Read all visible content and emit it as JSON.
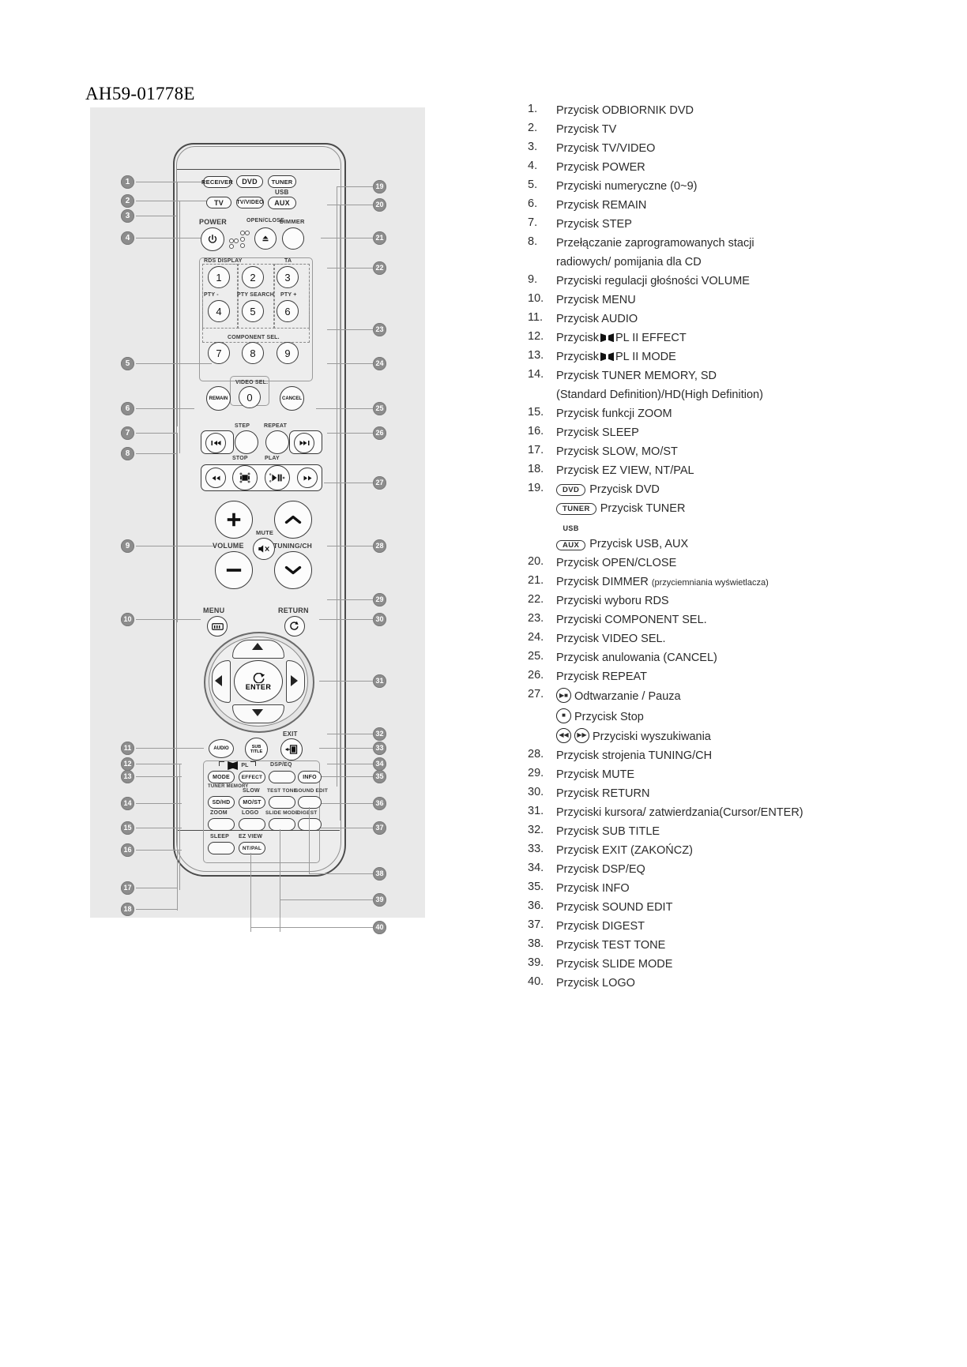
{
  "document": {
    "code": "AH59-01778E"
  },
  "remote": {
    "source_buttons": {
      "receiver": "RECEIVER",
      "dvd": "DVD",
      "tuner": "TUNER",
      "usb": "USB",
      "aux": "AUX",
      "tv": "TV",
      "video": "TV/VIDEO"
    },
    "labels": {
      "power": "POWER",
      "open_close": "OPEN/CLOSE",
      "dimmer": "DIMMER",
      "rds_display": "RDS DISPLAY",
      "ta": "TA",
      "pty_minus": "PTY -",
      "pty_search": "PTY SEARCH",
      "pty_plus": "PTY +",
      "component_sel": "COMPONENT SEL.",
      "video_sel": "VIDEO SEL.",
      "remain": "REMAIN",
      "cancel": "CANCEL",
      "step": "STEP",
      "repeat": "REPEAT",
      "stop": "STOP",
      "play": "PLAY",
      "volume": "VOLUME",
      "mute": "MUTE",
      "tuning_ch": "TUNING/CH",
      "menu": "MENU",
      "return": "RETURN",
      "enter": "ENTER",
      "audio": "AUDIO",
      "sub_title": "SUB TITLE",
      "exit": "EXIT",
      "dolby_pl": "PL",
      "mode": "MODE",
      "effect": "EFFECT",
      "dsp_eq": "DSP/EQ",
      "info": "INFO",
      "tuner_memory": "TUNER MEMORY",
      "slow": "SLOW",
      "test_tone": "TEST TONE",
      "sound_edit": "SOUND EDIT",
      "sd_hd": "SD/HD",
      "mo_st": "MO/ST",
      "zoom": "ZOOM",
      "logo": "LOGO",
      "slide_mode": "SLIDE MODE",
      "digest": "DIGEST",
      "sleep": "SLEEP",
      "ez_view": "EZ VIEW",
      "nt_pal": "NT/PAL"
    },
    "numeric_keys": [
      "1",
      "2",
      "3",
      "4",
      "5",
      "6",
      "7",
      "8",
      "9",
      "0"
    ],
    "callouts_left": [
      "1",
      "2",
      "3",
      "4",
      "5",
      "6",
      "7",
      "8",
      "9",
      "10",
      "11",
      "12",
      "13",
      "14",
      "15",
      "16",
      "17",
      "18"
    ],
    "callouts_right": [
      "19",
      "20",
      "21",
      "22",
      "23",
      "24",
      "25",
      "26",
      "27",
      "28",
      "29",
      "30",
      "31",
      "32",
      "33",
      "34",
      "35",
      "36",
      "37",
      "38",
      "39",
      "40"
    ]
  },
  "legend": {
    "items": [
      {
        "num": "1.",
        "text": "Przycisk ODBIORNIK DVD"
      },
      {
        "num": "2.",
        "text": "Przycisk TV"
      },
      {
        "num": "3.",
        "text": "Przycisk TV/VIDEO"
      },
      {
        "num": "4.",
        "text": "Przycisk POWER"
      },
      {
        "num": "5.",
        "text": "Przyciski numeryczne (0~9)"
      },
      {
        "num": "6.",
        "text": "Przycisk REMAIN"
      },
      {
        "num": "7.",
        "text": "Przycisk STEP"
      },
      {
        "num": "8.",
        "text": "Przełączanie zaprogramowanych stacji",
        "cont": "radiowych/ pomijania dla CD"
      },
      {
        "num": "9.",
        "text": "Przyciski regulacji głośności VOLUME"
      },
      {
        "num": "10.",
        "text": "Przycisk MENU"
      },
      {
        "num": "11.",
        "text": "Przycisk AUDIO"
      },
      {
        "num": "12.",
        "text": "Przycisk",
        "icon": "dolby-pro-logic-ii",
        "text_after": "PL II EFFECT"
      },
      {
        "num": "13.",
        "text": "Przycisk",
        "icon": "dolby-pro-logic-ii",
        "text_after": "PL II MODE"
      },
      {
        "num": "14.",
        "text": "Przycisk TUNER MEMORY, SD",
        "cont": "(Standard Definition)/HD(High Definition)"
      },
      {
        "num": "15.",
        "text": "Przycisk funkcji ZOOM"
      },
      {
        "num": "16.",
        "text": "Przycisk SLEEP"
      },
      {
        "num": "17.",
        "text": "Przycisk SLOW, MO/ST"
      },
      {
        "num": "18.",
        "text": "Przycisk EZ VIEW, NT/PAL"
      },
      {
        "num": "19.",
        "key": "DVD",
        "text": "Przycisk DVD",
        "sub": [
          {
            "key": "TUNER",
            "text": "Przycisk TUNER"
          },
          {
            "key_top": "USB",
            "key_bot": "AUX",
            "text": "Przycisk USB, AUX"
          }
        ]
      },
      {
        "num": "20.",
        "text": "Przycisk OPEN/CLOSE"
      },
      {
        "num": "21.",
        "text": "Przycisk DIMMER",
        "note": "(przyciemniania wyświetlacza)"
      },
      {
        "num": "22.",
        "text": "Przyciski wyboru RDS"
      },
      {
        "num": "23.",
        "text": "Przyciski COMPONENT SEL."
      },
      {
        "num": "24.",
        "text": "Przycisk VIDEO SEL."
      },
      {
        "num": "25.",
        "text": "Przycisk anulowania (CANCEL)"
      },
      {
        "num": "26.",
        "text": "Przycisk REPEAT"
      },
      {
        "num": "27.",
        "glyph": "play-pause",
        "text": "Odtwarzanie / Pauza",
        "sub": [
          {
            "glyph": "stop",
            "text": "Przycisk Stop"
          },
          {
            "glyph": "search",
            "text": "Przyciski wyszukiwania"
          }
        ]
      },
      {
        "num": "28.",
        "text": "Przycisk strojenia TUNING/CH"
      },
      {
        "num": "29.",
        "text": "Przycisk MUTE"
      },
      {
        "num": "30.",
        "text": "Przycisk RETURN"
      },
      {
        "num": "31.",
        "text": "Przyciski kursora/ zatwierdzania(Cursor/ENTER)"
      },
      {
        "num": "32.",
        "text": "Przycisk SUB TITLE"
      },
      {
        "num": "33.",
        "text": "Przycisk EXIT (ZAKOŃCZ)"
      },
      {
        "num": "34.",
        "text": "Przycisk DSP/EQ"
      },
      {
        "num": "35.",
        "text": "Przycisk INFO"
      },
      {
        "num": "36.",
        "text": "Przycisk SOUND EDIT"
      },
      {
        "num": "37.",
        "text": "Przycisk DIGEST"
      },
      {
        "num": "38.",
        "text": "Przycisk TEST TONE"
      },
      {
        "num": "39.",
        "text": "Przycisk SLIDE MODE"
      },
      {
        "num": "40.",
        "text": "Przycisk LOGO"
      }
    ]
  }
}
